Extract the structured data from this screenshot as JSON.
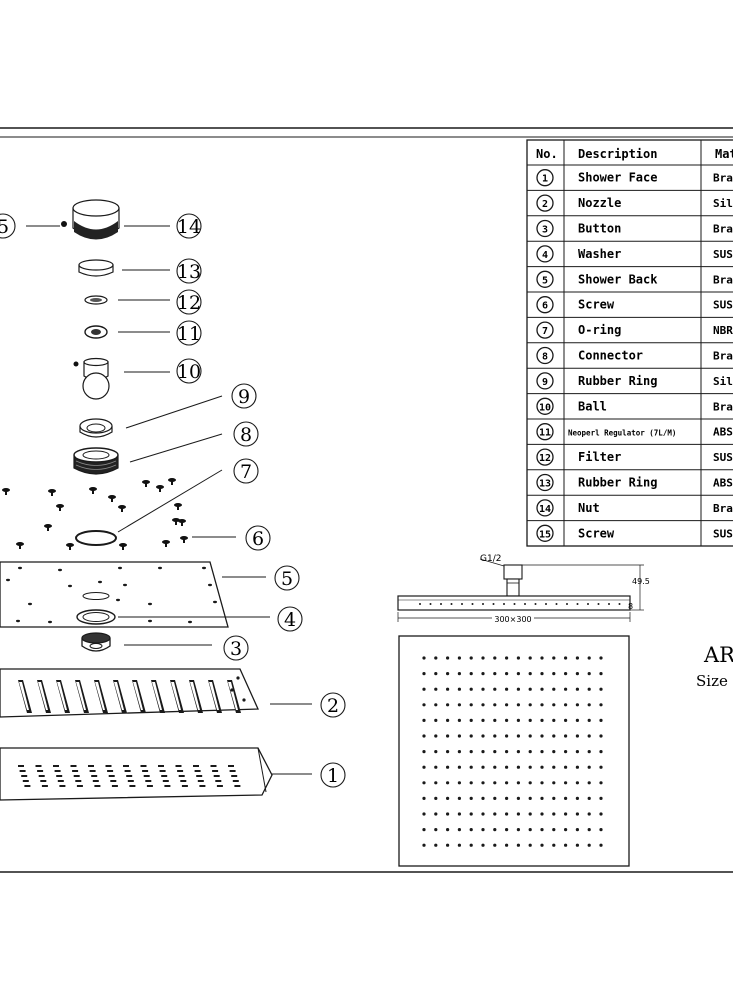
{
  "parts_table": {
    "headers": {
      "no": "No.",
      "description": "Description",
      "material": "Mat"
    },
    "rows": [
      {
        "no": "1",
        "description": "Shower Face",
        "material": "Bra"
      },
      {
        "no": "2",
        "description": "Nozzle",
        "material": "Sil"
      },
      {
        "no": "3",
        "description": "Button",
        "material": "Bra"
      },
      {
        "no": "4",
        "description": "Washer",
        "material": "SUS"
      },
      {
        "no": "5",
        "description": "Shower Back",
        "material": "Bra"
      },
      {
        "no": "6",
        "description": "Screw",
        "material": "SUS"
      },
      {
        "no": "7",
        "description": "O-ring",
        "material": "NBR"
      },
      {
        "no": "8",
        "description": "Connector",
        "material": "Bra"
      },
      {
        "no": "9",
        "description": "Rubber Ring",
        "material": "Sil"
      },
      {
        "no": "10",
        "description": "Ball",
        "material": "Bra"
      },
      {
        "no": "11",
        "description": "Neoperl Regulator (7L/M)",
        "material": "ABS"
      },
      {
        "no": "12",
        "description": "Filter",
        "material": "SUS"
      },
      {
        "no": "13",
        "description": "Rubber Ring",
        "material": "ABS"
      },
      {
        "no": "14",
        "description": "Nut",
        "material": "Bra"
      },
      {
        "no": "15",
        "description": "Screw",
        "material": "SUS"
      }
    ]
  },
  "callouts": {
    "c1": "1",
    "c2": "2",
    "c3": "3",
    "c4": "4",
    "c5": "5",
    "c6": "6",
    "c7": "7",
    "c8": "8",
    "c9": "9",
    "c10": "10",
    "c11": "11",
    "c12": "12",
    "c13": "13",
    "c14": "14",
    "c15": "5"
  },
  "dimensions": {
    "thread": "G1/2",
    "height": "49.5",
    "thickness": "8",
    "size": "300×300"
  },
  "title_block": {
    "model": "ARI",
    "size_label": "Size"
  },
  "colors": {
    "line": "#1a1a1a",
    "paper": "#ffffff"
  }
}
